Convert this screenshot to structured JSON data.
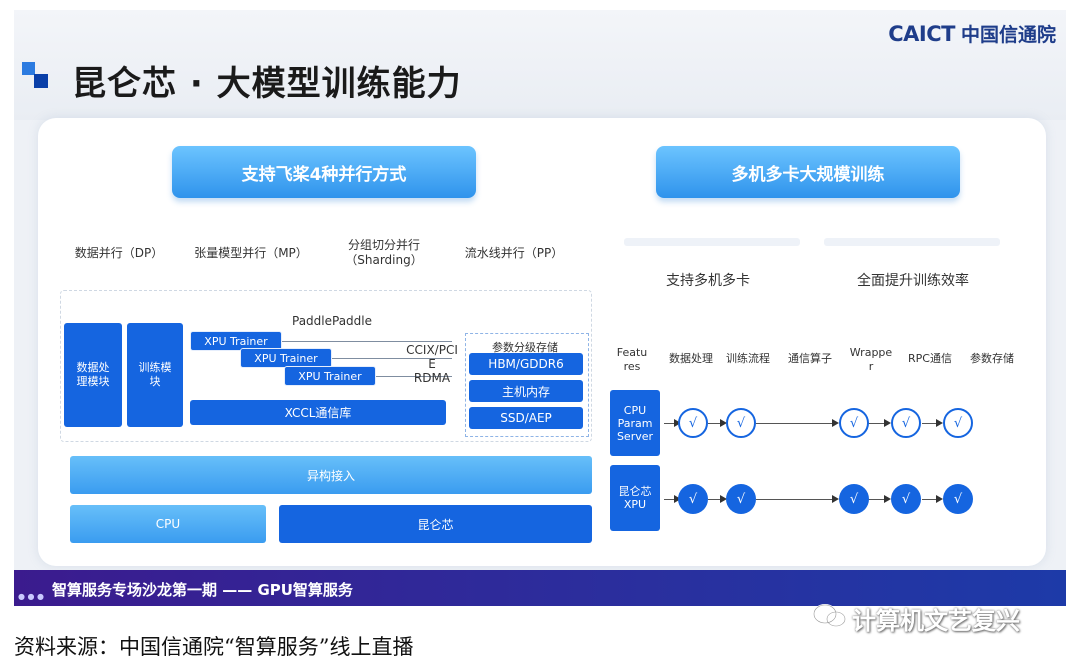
{
  "logo": {
    "en": "CAICT",
    "cn": "中国信通院"
  },
  "slide_title": "昆仑芯 · 大模型训练能力",
  "left": {
    "header": "支持飞桨4种并行方式",
    "modes": [
      {
        "label": "数据并行（DP）"
      },
      {
        "label": "张量模型并行（MP）"
      },
      {
        "label": "分组切分并行",
        "sub": "（Sharding）"
      },
      {
        "label": "流水线并行（PP）"
      }
    ],
    "framework": "PaddlePaddle",
    "data_module": "数据处理模块",
    "train_module": "训练模块",
    "trainers": [
      "XPU Trainer",
      "XPU Trainer",
      "XPU Trainer"
    ],
    "interconnect": [
      "CCIX/PCI",
      "E",
      "RDMA"
    ],
    "xccl": "XCCL通信库",
    "memory_title": "参数分级存储",
    "memory": [
      "HBM/GDDR6",
      "主机内存",
      "SSD/AEP"
    ],
    "hetero": "异构接入",
    "cpu": "CPU",
    "kunlun": "昆仑芯"
  },
  "right": {
    "header": "多机多卡大规模训练",
    "sub_left": "支持多机多卡",
    "sub_right": "全面提升训练效率",
    "features_label": [
      "Featu",
      "res"
    ],
    "features": [
      {
        "label": "数据处理"
      },
      {
        "label": "训练流程"
      },
      {
        "label": "通信算子"
      },
      {
        "label": "Wrappe",
        "sub": "r"
      },
      {
        "label": "RPC通信"
      },
      {
        "label": "参数存储"
      }
    ],
    "rows": [
      {
        "label": [
          "CPU",
          "Param",
          "Server"
        ],
        "style": "outline"
      },
      {
        "label": [
          "昆仑芯",
          "XPU"
        ],
        "style": "filled"
      }
    ],
    "check_symbol": "√"
  },
  "footer": "智算服务专场沙龙第一期 —— GPU智算服务",
  "watermark": "计算机文艺复兴",
  "caption": "资料来源：中国信通院“智算服务”线上直播"
}
